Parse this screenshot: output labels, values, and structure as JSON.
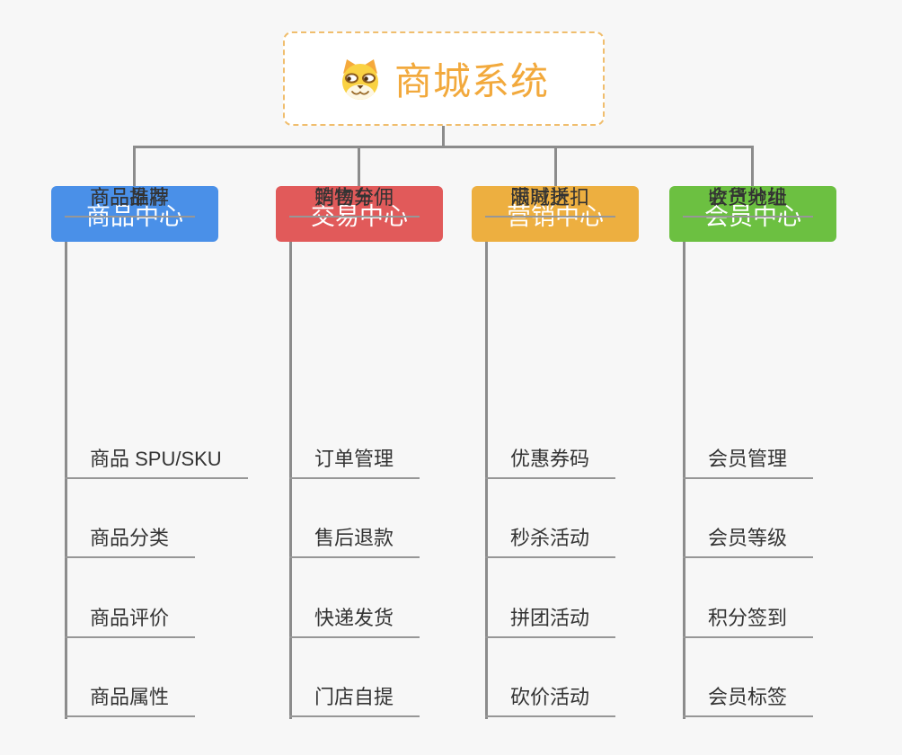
{
  "root": {
    "title": "商城系统",
    "icon": "dog-face-icon"
  },
  "branches": [
    {
      "label": "商品中心",
      "color": "#4A90E8",
      "children": [
        "商品 SPU/SKU",
        "商品分类",
        "商品评价",
        "商品属性",
        "商品推荐",
        "商品品牌"
      ]
    },
    {
      "label": "交易中心",
      "color": "#E15A5A",
      "children": [
        "订单管理",
        "售后退款",
        "快递发货",
        "门店自提",
        "购物车",
        "销售分佣"
      ]
    },
    {
      "label": "营销中心",
      "color": "#EDAF40",
      "children": [
        "优惠券码",
        "秒杀活动",
        "拼团活动",
        "砍价活动",
        "限时折扣",
        "满减送"
      ]
    },
    {
      "label": "会员中心",
      "color": "#6CC041",
      "children": [
        "会员管理",
        "会员等级",
        "积分签到",
        "会员标签",
        "会员分组",
        "收货地址"
      ]
    }
  ],
  "colors": {
    "background": "#F7F7F7",
    "connector": "#8C8C8C",
    "underline": "#979797",
    "root_border": "#F0BE6E",
    "root_text": "#F2A93C",
    "child_text": "#333333"
  }
}
